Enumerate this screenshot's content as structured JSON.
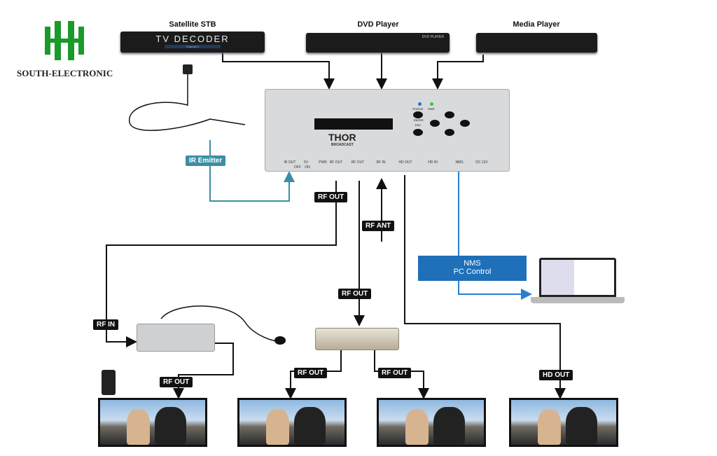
{
  "logo": {
    "text": "SOUTH-ELECTRONIC",
    "color": "#1a9a2a"
  },
  "sources": [
    {
      "label": "Satellite STB",
      "screen_text": "TV DECODER",
      "sub_text": "Channel 1"
    },
    {
      "label": "DVD Player",
      "screen_text": "DVD PLAYER"
    },
    {
      "label": "Media Player"
    }
  ],
  "device": {
    "brand": "THOR",
    "brand_sub": "BROADCAST",
    "leds": [
      "STATUS",
      "PWR"
    ],
    "buttons": [
      "ENTER",
      "ESC"
    ],
    "ports": [
      "IR OUT",
      "5V",
      "PWR",
      "RF OUT",
      "RF OUT",
      "RF IN",
      "HD OUT",
      "HD IN",
      "NMS",
      "DC 12V"
    ],
    "switch": [
      "OFF",
      "ON"
    ]
  },
  "labels": {
    "ir_emitter": "IR Emitter",
    "rf_out_top": "RF OUT",
    "rf_ant": "RF ANT",
    "rf_out_mid": "RF OUT",
    "rf_in": "RF IN",
    "rf_out_mod": "RF OUT",
    "rf_out_split_left": "RF OUT",
    "rf_out_split_right": "RF OUT",
    "hd_out": "HD OUT",
    "nms_line1": "NMS",
    "nms_line2": "PC Control"
  },
  "colors": {
    "nms_box": "#1f6fb9",
    "ir_line": "#3b8ea5",
    "nms_line": "#2a7fd0",
    "cable": "#111111"
  }
}
